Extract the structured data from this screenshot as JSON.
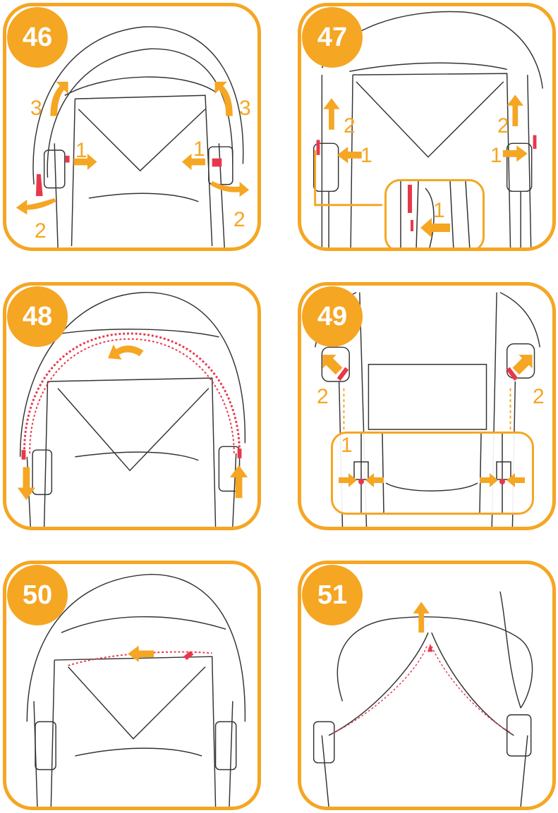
{
  "colors": {
    "accent": "#f5a623",
    "zip": "#e8374b",
    "line": "#333333"
  },
  "panels": [
    {
      "step": "46",
      "labels": [
        "3",
        "3",
        "1",
        "1",
        "2",
        "2"
      ]
    },
    {
      "step": "47",
      "labels": [
        "2",
        "2",
        "1",
        "1",
        "1"
      ]
    },
    {
      "step": "48",
      "labels": []
    },
    {
      "step": "49",
      "labels": [
        "2",
        "2",
        "1"
      ]
    },
    {
      "step": "50",
      "labels": []
    },
    {
      "step": "51",
      "labels": []
    }
  ]
}
